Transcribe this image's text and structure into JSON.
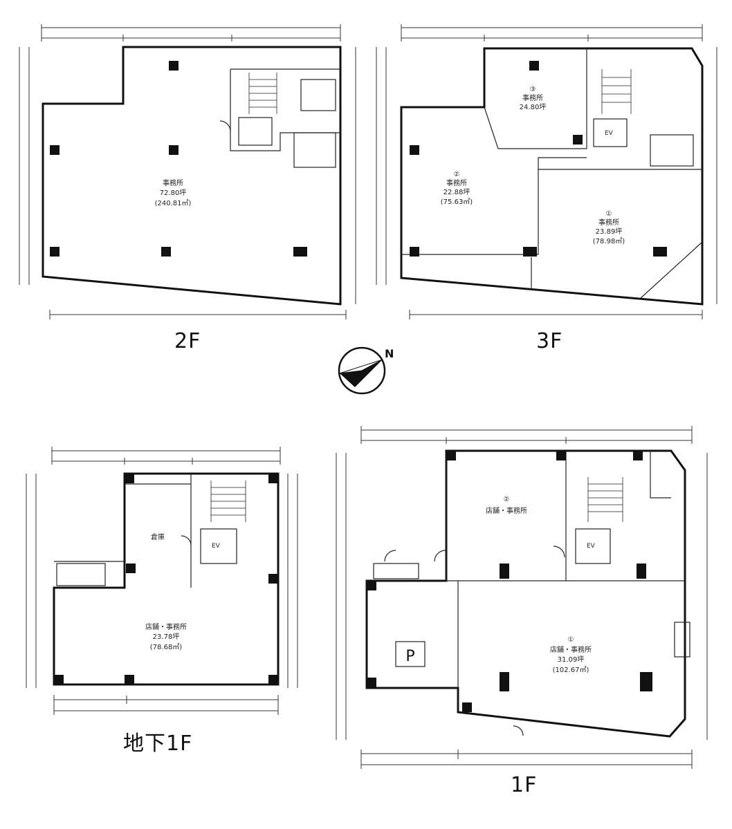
{
  "floors": [
    {
      "id": "2f",
      "label": "2F",
      "rooms": [
        {
          "name": "事務所",
          "tsubo": "72.80坪",
          "area": "(240.81㎡)"
        }
      ]
    },
    {
      "id": "3f",
      "label": "3F",
      "rooms": [
        {
          "no": "③",
          "name": "事務所",
          "tsubo": "24.80坪",
          "area": ""
        },
        {
          "no": "②",
          "name": "事務所",
          "tsubo": "22.88坪",
          "area": "(75.63㎡)"
        },
        {
          "no": "①",
          "name": "事務所",
          "tsubo": "23.89坪",
          "area": "(78.98㎡)"
        },
        {
          "name": "EV",
          "tsubo": "",
          "area": ""
        }
      ]
    },
    {
      "id": "b1f",
      "label": "地下1F",
      "rooms": [
        {
          "name": "倉庫",
          "tsubo": "",
          "area": ""
        },
        {
          "name": "店舗・事務所",
          "tsubo": "23.78坪",
          "area": "(78.68㎡)"
        },
        {
          "name": "EV",
          "tsubo": "",
          "area": ""
        }
      ]
    },
    {
      "id": "1f",
      "label": "1F",
      "rooms": [
        {
          "no": "②",
          "name": "店舗・事務所",
          "tsubo": "",
          "area": ""
        },
        {
          "no": "①",
          "name": "店舗・事務所",
          "tsubo": "31.09坪",
          "area": "(102.67㎡)"
        },
        {
          "name": "P",
          "tsubo": "",
          "area": ""
        },
        {
          "name": "EV",
          "tsubo": "",
          "area": ""
        }
      ]
    }
  ],
  "north_label": "N"
}
